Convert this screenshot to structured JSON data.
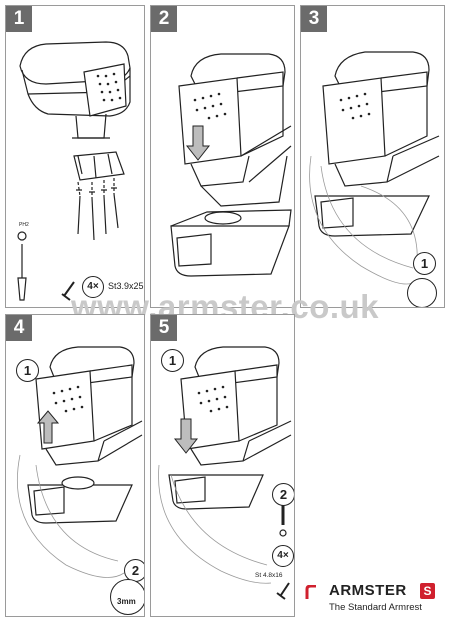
{
  "steps": [
    {
      "number": "1",
      "screw_quantity": "4×",
      "screw_size": "St3.9x25",
      "note": "PH2"
    },
    {
      "number": "2"
    },
    {
      "number": "3",
      "callout": "1"
    },
    {
      "number": "4",
      "callouts": [
        "1",
        "2"
      ],
      "measurement": "3mm"
    },
    {
      "number": "5",
      "callouts": [
        "1",
        "2"
      ],
      "screw_quantity": "4×",
      "screw_size": "St 4.8x16"
    }
  ],
  "watermark": "www.armster.co.uk",
  "brand": {
    "name": "ARMSTER",
    "badge": "S",
    "tagline": "The Standard Armrest",
    "accent_color": "#d0202e"
  },
  "colors": {
    "border": "#9a9a9a",
    "badge": "#6b6b6b",
    "line": "#222222"
  }
}
